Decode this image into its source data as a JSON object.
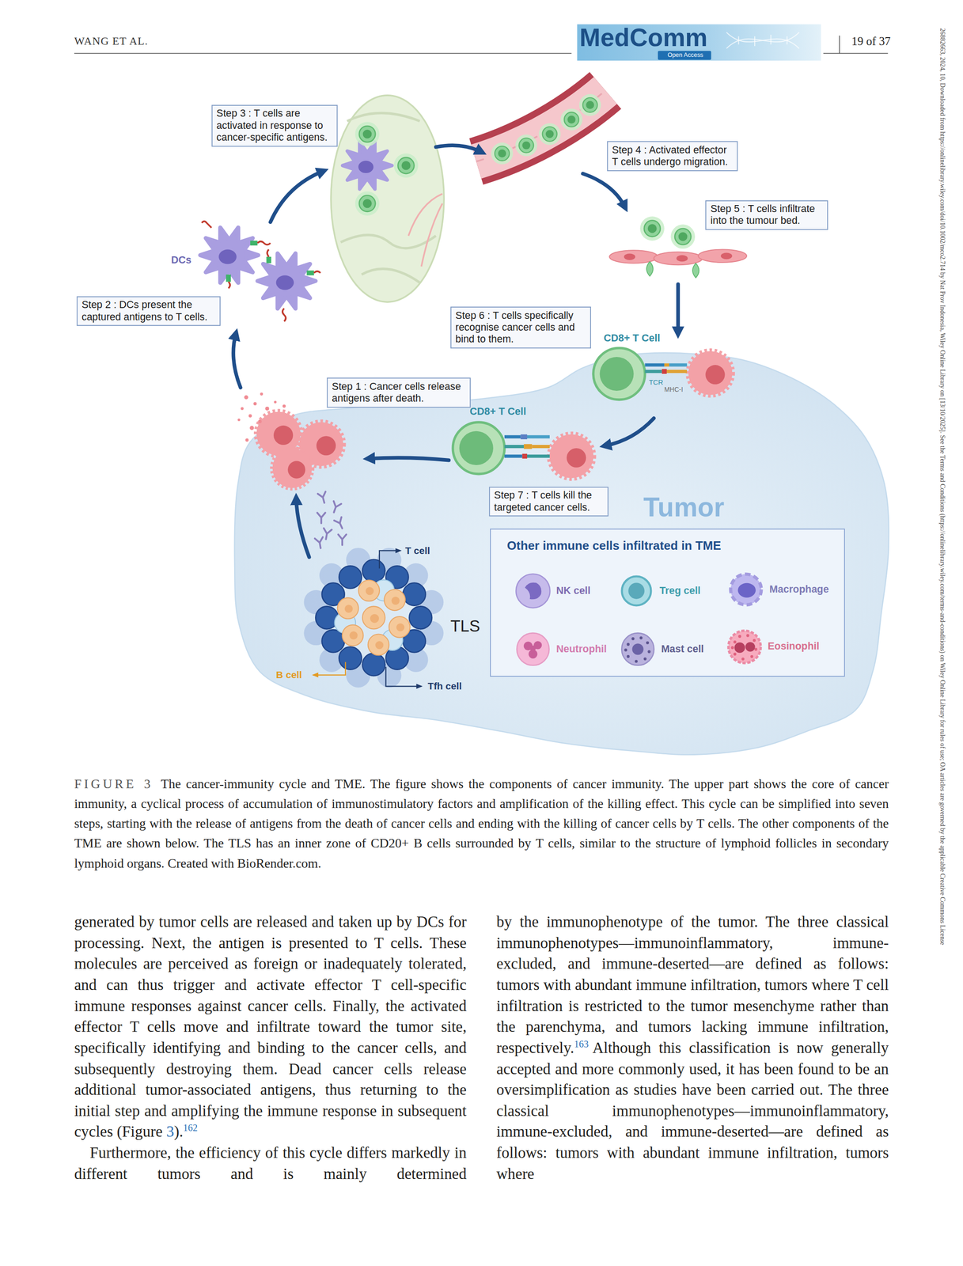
{
  "diagram": {
    "caption": "The cancer-immunity cycle and TME. The figure shows the components of cancer immunity. The upper part shows the core of cancer immunity, a cyclical process of accumulation of immunostimulatory factors and amplification of the killing effect. This cycle can be simplified into seven steps, starting with the release of antigens from the death of cancer cells and ending with the killing of cancer cells by T cells. The other components of the TME are shown below. The TLS has an inner zone of CD20+ B cells surrounded by T cells, similar to the structure of lymphoid follicles in secondary lymphoid organs. Created with BioRender.com.",
    "nodes": [
      {
        "text": [
          "Step 3 : T cells are activated in response to cancer-specific antigens."
        ]
      },
      {
        "text": [
          "Step 4 : Activated effector T cells undergo migration."
        ]
      },
      {
        "text": [
          "Step 5 : T cells infiltrate into the tumour bed."
        ]
      },
      {
        "text": [
          "Step 2 : DCs present the captured antigens to T cells."
        ]
      },
      {
        "text": [
          "Step 6 : T cells specifically recognise cancer cells and bind to them."
        ]
      },
      {
        "text": [
          "Step 1 : Cancer cells release antigens after death."
        ]
      },
      {
        "text": [
          "Tumor"
        ]
      },
      {
        "text": [
          "Step 7 : T cells kill the targeted cancer cells."
        ],
        "in": 6
      },
      {
        "text": [
          "Other immune cells infiltrated in TME"
        ],
        "in": 6
      },
      {
        "text": [
          "NK cell"
        ],
        "in": 8
      },
      {
        "text": [
          "Treg cell"
        ],
        "in": 8
      },
      {
        "text": [
          "Macrophage"
        ],
        "in": 8
      },
      {
        "text": [
          "Neutrophil"
        ],
        "in": 8
      },
      {
        "text": [
          "Mast cell"
        ],
        "in": 8
      },
      {
        "text": [
          "Eosinophil"
        ],
        "in": 8
      }
    ],
    "labels": [
      "WANG ET AL.",
      "MedComm",
      "Open Access",
      "19 of 37",
      "26882663, 2024, 10, Downloaded from https://onlinelibrary.wiley.com/doi/10.1002/mco2.714 by Nat Prov Indonesia, Wiley Online Library on [13/10/2025]. See the Terms and Conditions (https://onlinelibrary.wiley.com/terms-and-conditions) on Wiley Online Library for rules of use; OA articles are governed by the applicable Creative Commons License",
      "DCs",
      "CD8+ T Cell",
      "TCR",
      "MHC-I",
      "CD8+ T Cell",
      "T cell",
      "TLS",
      "B cell",
      "Tfh cell",
      "FIGURE 3",
      "generated by tumor cells are released and taken up by DCs for processing. Next, the antigen is presented to T cells. These molecules are perceived as foreign or inadequately tolerated, and can thus trigger and activate effector T cell-specific immune responses against cancer cells. Finally, the activated effector T cells move and infiltrate toward the tumor site, specifically identifying and binding to the cancer cells, and subsequently destroying them. Dead cancer cells release additional tumor-associated antigens, thus returning to the initial step and amplifying the immune response in subsequent cycles (Figure",
      "3",
      ").",
      "162",
      "Furthermore, the efficiency of this cycle differs markedly in different tumors and is mainly determined",
      "by the immunophenotype of the tumor. The three classical immunophenotypes—immunoinflammatory, immune-excluded, and immune-deserted—are defined as follows: tumors with abundant immune infiltration, tumors where T cell infiltration is restricted to the tumor mesenchyme rather than the parenchyma, and tumors lacking immune infiltration, respectively.",
      "163",
      "Although this classification is now generally accepted and more commonly used, it has been found to be an oversimplification as studies have been carried out. The three classical immunophenotypes—immunoinflammatory, immune-excluded, and immune-deserted—are defined as follows: tumors with abundant immune infiltration, tumors where"
    ]
  }
}
